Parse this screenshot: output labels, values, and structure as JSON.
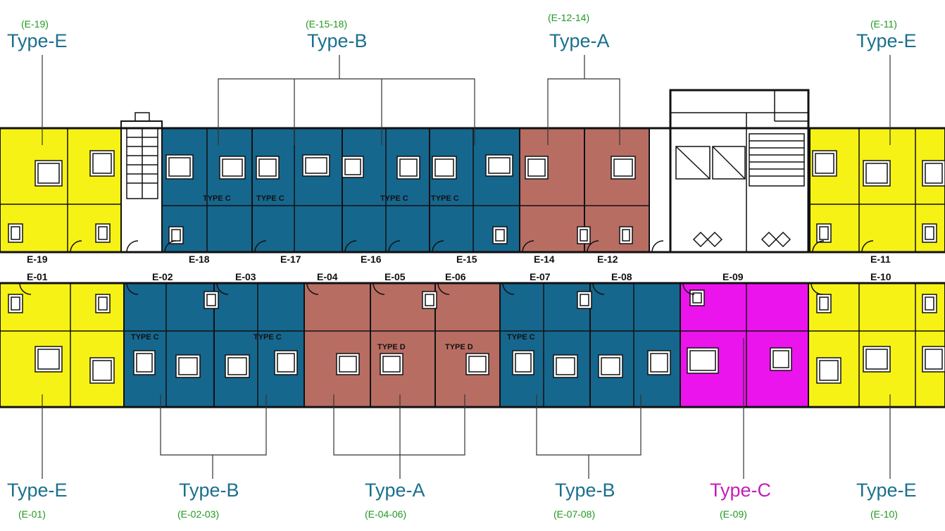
{
  "colors": {
    "type_e": "#f7f215",
    "type_b": "#16678e",
    "type_a": "#b86d63",
    "type_c": "#ec14ec",
    "range_label": "#1f9a1f",
    "type_label": "#1b6f8e",
    "type_c_label": "#c21fb8"
  },
  "top_callouts": [
    {
      "range": "(E-19)",
      "type": "Type-E"
    },
    {
      "range": "(E-15-18)",
      "type": "Type-B"
    },
    {
      "range": "(E-12-14)",
      "type": "Type-A"
    },
    {
      "range": "(E-11)",
      "type": "Type-E"
    }
  ],
  "bottom_callouts": [
    {
      "range": "(E-01)",
      "type": "Type-E"
    },
    {
      "range": "(E-02-03)",
      "type": "Type-B"
    },
    {
      "range": "(E-04-06)",
      "type": "Type-A"
    },
    {
      "range": "(E-07-08)",
      "type": "Type-B"
    },
    {
      "range": "(E-09)",
      "type": "Type-C"
    },
    {
      "range": "(E-10)",
      "type": "Type-E"
    }
  ],
  "top_units": [
    "E-19",
    "E-18",
    "E-17",
    "E-16",
    "E-15",
    "E-14",
    "E-12",
    "E-11"
  ],
  "bottom_units": [
    "E-01",
    "E-02",
    "E-03",
    "E-04",
    "E-05",
    "E-06",
    "E-07",
    "E-08",
    "E-09",
    "E-10"
  ],
  "room_tags": {
    "type_c": "TYPE C",
    "type_d": "TYPE D"
  }
}
